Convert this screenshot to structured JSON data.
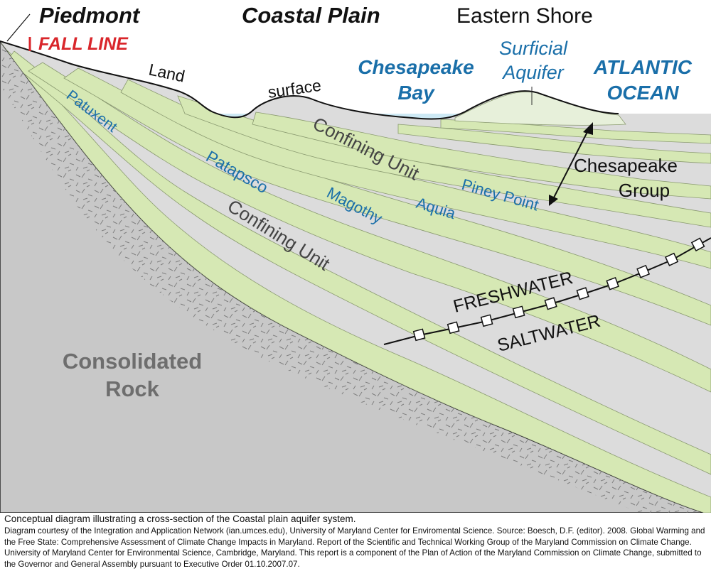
{
  "regions": {
    "piedmont": "Piedmont",
    "fall_line": "FALL LINE",
    "coastal_plain": "Coastal Plain",
    "eastern_shore": "Eastern Shore"
  },
  "surface_labels": {
    "land": "Land",
    "surface": "surface",
    "chesapeake_bay_1": "Chesapeake",
    "chesapeake_bay_2": "Bay",
    "surficial_1": "Surficial",
    "surficial_2": "Aquifer",
    "atlantic_1": "ATLANTIC",
    "atlantic_2": "OCEAN"
  },
  "units": {
    "patuxent": "Patuxent",
    "patapsco": "Patapsco",
    "magothy": "Magothy",
    "aquia": "Aquia",
    "piney_point": "Piney Point",
    "confining_upper": "Confining Unit",
    "confining_lower": "Confining Unit",
    "chesapeake_group_1": "Chesapeake",
    "chesapeake_group_2": "Group",
    "consolidated_1": "Consolidated",
    "consolidated_2": "Rock"
  },
  "interface": {
    "fresh": "FRESHWATER",
    "salt": "SALTWATER"
  },
  "colors": {
    "aquifer": "#d6e8b4",
    "confining": "#dcdcdc",
    "rock": "#c8c8c8",
    "sea": "#cde9f4",
    "aquifer_text": "#1a6fa9",
    "fall_line": "#d9262b"
  },
  "caption": {
    "title": "Conceptual diagram illustrating a cross-section of the Coastal plain aquifer system.",
    "credit": "Diagram courtesy of the Integration and Application Network (ian.umces.edu), University of Maryland Center for Enviromental Science. Source: Boesch, D.F. (editor). 2008. Global Warming and the Free State: Comprehensive Assessment of Climate Change Impacts in Maryland. Report of the Scientific and Technical Working Group of the Maryland Commission on Climate Change. University of Maryland Center for Environmental Science, Cambridge, Maryland. This report is a component of the Plan of Action of the Maryland Commission on Climate Change, submitted to the Governor and General Assembly pursuant to Executive Order 01.10.2007.07."
  }
}
